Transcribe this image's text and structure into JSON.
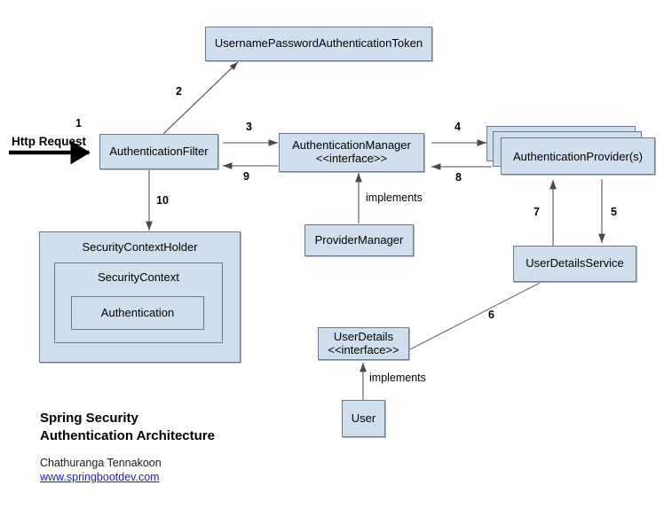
{
  "diagram": {
    "title_lines": "Spring Security\nAuthentication Architecture",
    "author": "Chathuranga Tennakoon",
    "website": "www.springbootdev.com",
    "background_color": "#ffffff",
    "box_fill_color": "#cfdfee",
    "box_border_color": "#6b7b8c",
    "link_color": "#2020d0"
  },
  "nodes": {
    "token": {
      "label": "UsernamePasswordAuthenticationToken"
    },
    "auth_filter": {
      "label": "AuthenticationFilter"
    },
    "auth_manager": {
      "label": "AuthenticationManager\n<<interface>>"
    },
    "auth_provider": {
      "label": "AuthenticationProvider(s)"
    },
    "provider_manager": {
      "label": "ProviderManager"
    },
    "user_details_service": {
      "label": "UserDetailsService"
    },
    "user_details": {
      "label": "UserDetails\n<<interface>>"
    },
    "user": {
      "label": "User"
    },
    "security_context_holder": {
      "label": "SecurityContextHolder"
    },
    "security_context": {
      "label": "SecurityContext"
    },
    "authentication": {
      "label": "Authentication"
    }
  },
  "edges": {
    "http_request": "Http Request",
    "step_1": "1",
    "step_2": "2",
    "step_3": "3",
    "step_4": "4",
    "step_5": "5",
    "step_6": "6",
    "step_7": "7",
    "step_8": "8",
    "step_9": "9",
    "step_10": "10",
    "implements_manager": "implements",
    "implements_user": "implements"
  }
}
